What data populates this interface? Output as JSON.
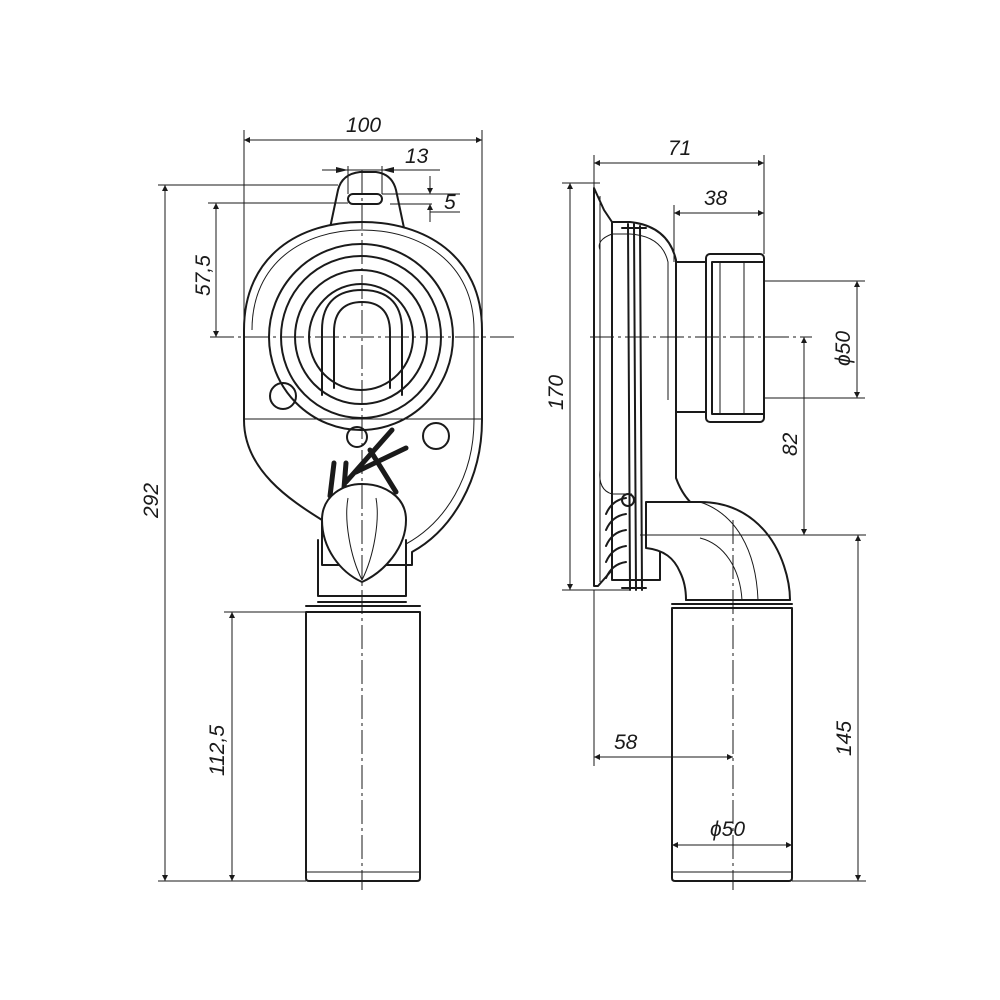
{
  "dimensions": {
    "front_width": "100",
    "slot_width": "13",
    "slot_height": "5",
    "slot_to_center": "57,5",
    "total_height": "292",
    "pipe_length_front": "112,5",
    "side_depth": "71",
    "outlet_length": "38",
    "outlet_diameter": "ϕ50",
    "flange_height": "170",
    "outlet_to_elbow": "82",
    "elbow_offset": "58",
    "pipe_diameter": "ϕ50",
    "pipe_length_side": "145"
  }
}
